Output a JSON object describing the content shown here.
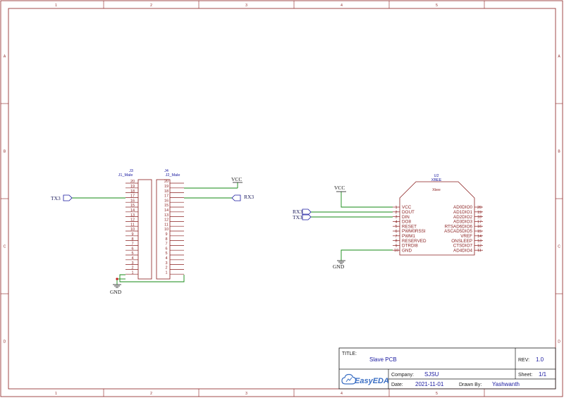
{
  "frame": {
    "columns": [
      "1",
      "2",
      "3",
      "4",
      "5"
    ],
    "rows": [
      "A",
      "B",
      "C",
      "D"
    ]
  },
  "headers": {
    "j3": {
      "designator": "J3",
      "name": "J1_Male"
    },
    "j4": {
      "designator": "J4",
      "name": "J2_Male"
    },
    "pins": [
      "20",
      "19",
      "18",
      "17",
      "16",
      "15",
      "14",
      "13",
      "12",
      "11",
      "10",
      "9",
      "8",
      "7",
      "6",
      "5",
      "4",
      "3",
      "2",
      "1"
    ]
  },
  "xbee": {
    "designator": "U2",
    "name": "XBEE",
    "inner_label": "Xbee",
    "left_pins": [
      {
        "num": "1",
        "name": "VCC"
      },
      {
        "num": "2",
        "name": "DOUT"
      },
      {
        "num": "3",
        "name": "DIN"
      },
      {
        "num": "4",
        "name": "DO8"
      },
      {
        "num": "5",
        "name": "RESET"
      },
      {
        "num": "6",
        "name": "PWM0RSSI"
      },
      {
        "num": "7",
        "name": "PWM1"
      },
      {
        "num": "8",
        "name": "RESERVED"
      },
      {
        "num": "9",
        "name": "DTRDI8"
      },
      {
        "num": "10",
        "name": "GND"
      }
    ],
    "right_pins": [
      {
        "num": "20",
        "name": "AD0DIO0"
      },
      {
        "num": "19",
        "name": "AD1DIO1"
      },
      {
        "num": "18",
        "name": "AD2DIO2"
      },
      {
        "num": "17",
        "name": "AD3DIO3"
      },
      {
        "num": "16",
        "name": "RTSAD6DIO6"
      },
      {
        "num": "15",
        "name": "ASCAD5DIO5"
      },
      {
        "num": "14",
        "name": "VREF"
      },
      {
        "num": "13",
        "name": "ONSLEEP"
      },
      {
        "num": "12",
        "name": "CTSDIO7"
      },
      {
        "num": "11",
        "name": "AD4DIO4"
      }
    ]
  },
  "nets": {
    "vcc": "VCC",
    "gnd": "GND",
    "tx3": "TX3",
    "rx3": "RX3"
  },
  "title_block": {
    "title_label": "TITLE:",
    "title": "Slave PCB",
    "rev_label": "REV:",
    "rev": "1.0",
    "company_label": "Company:",
    "company": "SJSU",
    "sheet_label": "Sheet:",
    "sheet": "1/1",
    "date_label": "Date:",
    "date": "2021-11-01",
    "drawn_label": "Drawn By:",
    "drawn_by": "Yashwanth",
    "logo": "EasyEDA"
  },
  "colors": {
    "frame": "#8a1f1f",
    "wire": "#138a13",
    "net_flag": "#1a1aa0",
    "logo": "#3b6fc4"
  }
}
